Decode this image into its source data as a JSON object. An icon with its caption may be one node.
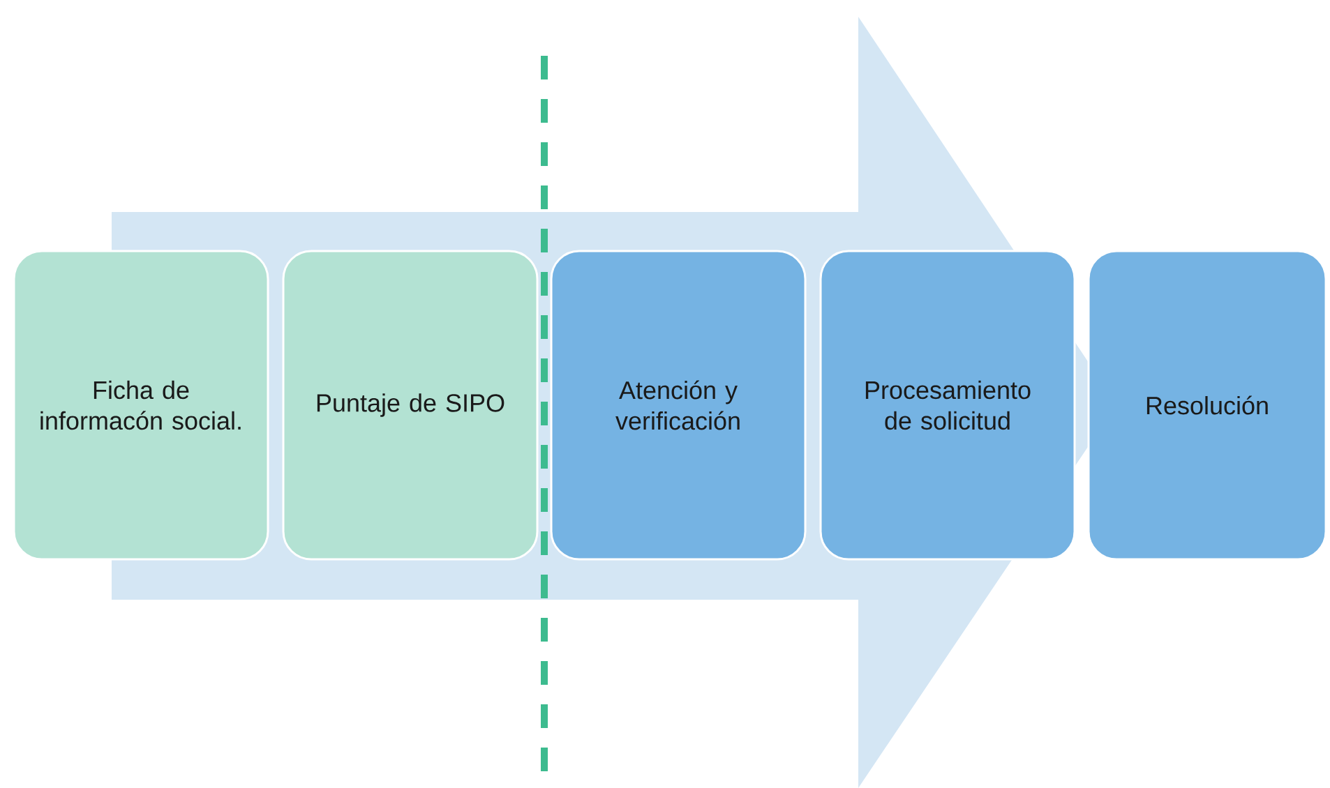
{
  "diagram": {
    "nodes": [
      {
        "text": [
          "Ficha de informacón social."
        ]
      },
      {
        "text": [
          "Puntaje de SIPO"
        ]
      },
      {
        "text": [
          "Atención y verificación"
        ]
      },
      {
        "text": [
          "Procesamiento de solicitud"
        ]
      },
      {
        "text": [
          "Resolución"
        ]
      }
    ],
    "edges": [
      {
        "from": 0,
        "to": 4,
        "arrow": "to"
      }
    ]
  }
}
